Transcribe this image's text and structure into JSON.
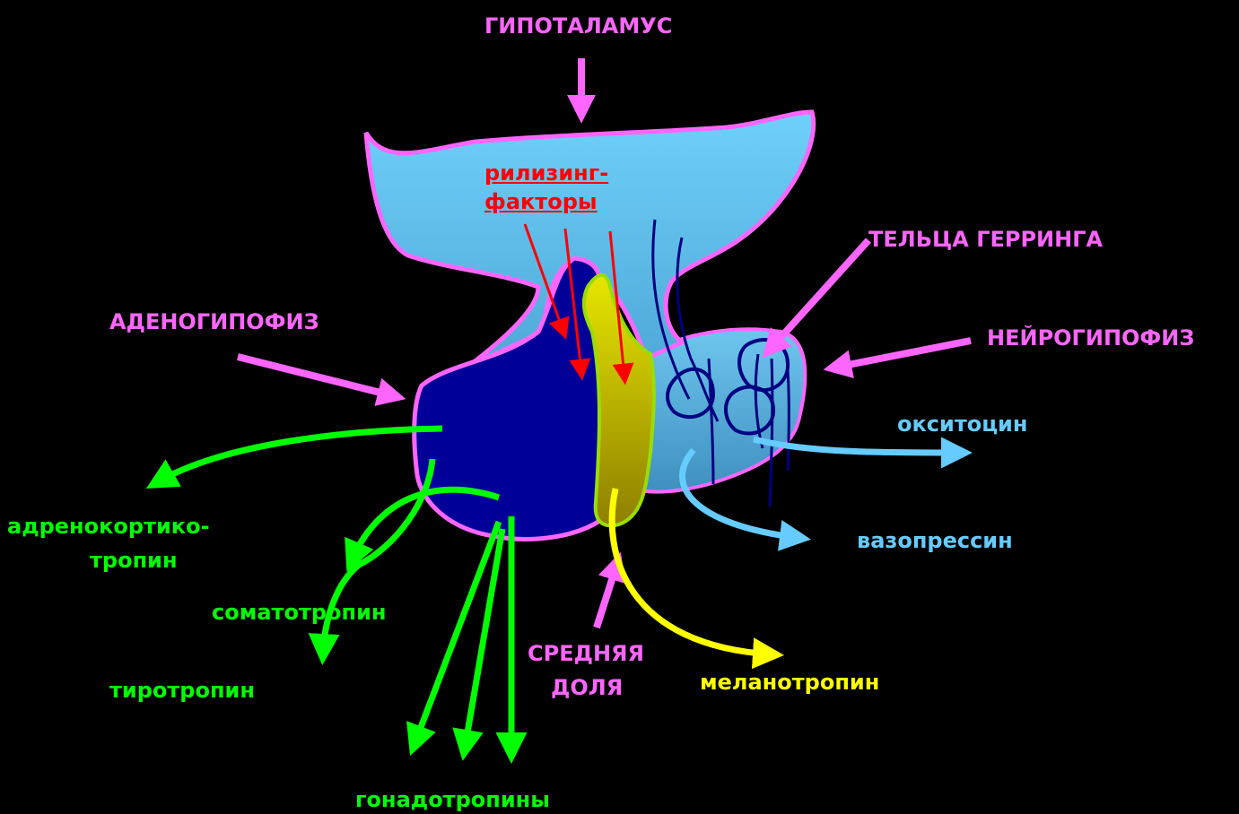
{
  "labels": {
    "hypothalamus": "ГИПОТАЛАМУС",
    "releasing_line1": "рилизинг-",
    "releasing_line2": "факторы",
    "herring_bodies": "ТЕЛЬЦА ГЕРРИНГА",
    "neurohypophysis": "НЕЙРОГИПОФИЗ",
    "adenohypophysis": "АДЕНОГИПОФИЗ",
    "oxytocin": "окситоцин",
    "vasopressin": "вазопрессин",
    "acth_line1": "адренокортико-",
    "acth_line2": "тропин",
    "somatotropin": "соматотропин",
    "thyrotropin": "тиротропин",
    "middle_lobe_line1": "СРЕДНЯЯ",
    "middle_lobe_line2": "ДОЛЯ",
    "melanotropin": "меланотропин",
    "gonadotropins": "гонадотропины"
  },
  "colors": {
    "background": "#000000",
    "label_pink": "#ff66ff",
    "hormone_green": "#00ff00",
    "hormone_blue": "#66ccff",
    "hormone_yellow": "#ffff00",
    "releasing_red": "#ff0000",
    "hypothalamus_fill": "#66ccf5",
    "adenohypophysis_fill": "#000099",
    "middle_lobe_fill": "#b3b300",
    "neurohypophysis_fill": "#5fb3d9",
    "outline_pink": "#ff66ff"
  }
}
